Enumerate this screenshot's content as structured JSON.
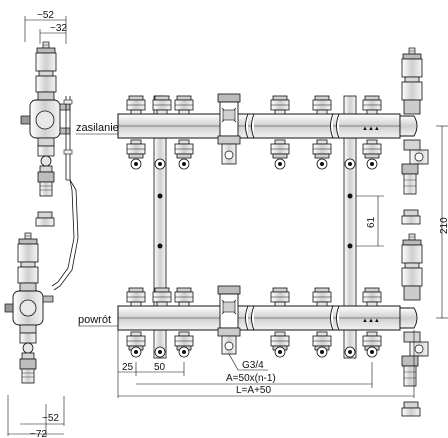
{
  "labels": {
    "supply": "zasilanie",
    "return": "powrót",
    "side_top_outer": "~52",
    "side_top_inner": "~32",
    "side_bottom_inner": "~52",
    "side_bottom_outer": "~72",
    "dim_25": "25",
    "dim_50": "50",
    "thread": "G3/4",
    "dim_A": "A=50x(n-1)",
    "dim_L": "L=A+50",
    "dim_61": "61",
    "dim_210": "210"
  },
  "colors": {
    "line": "#111111",
    "fill_light": "#f2f2f2",
    "fill_mid": "#d9d9d9",
    "fill_dark": "#9a9a9a"
  },
  "icons": [
    "air-vent-icon",
    "ball-valve-icon",
    "drain-valve-icon",
    "flow-meter-icon",
    "valve-insert-icon",
    "connector-nut-icon"
  ]
}
